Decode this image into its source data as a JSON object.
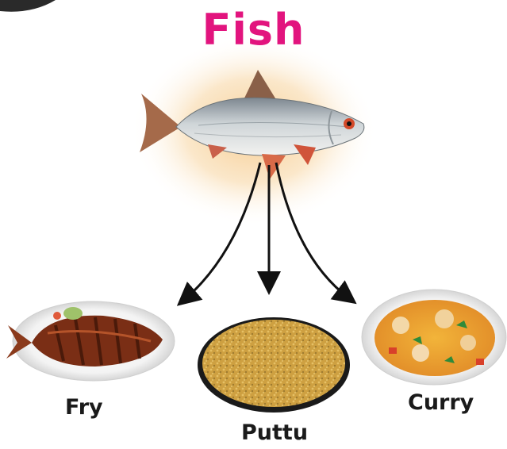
{
  "title": "Fish",
  "dishes": [
    "Fry",
    "Puttu",
    "Curry"
  ],
  "colors": {
    "title": "#e2147e",
    "arrow": "#111111",
    "glow": "#f3c27a"
  },
  "icons": [
    "fish-illustration",
    "fish-fry-plate",
    "fish-puttu-plate",
    "fish-curry-plate"
  ]
}
